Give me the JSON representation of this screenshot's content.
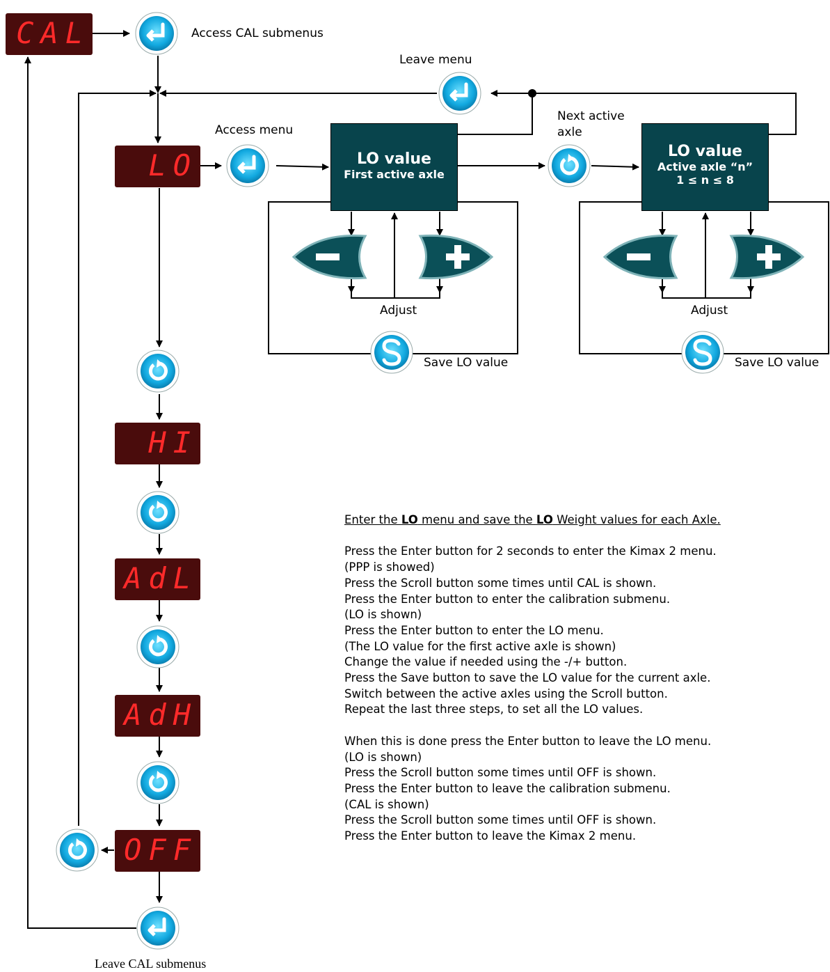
{
  "displays": {
    "cal": "CAL",
    "lo": "LO",
    "hi": "HI",
    "adl": "AdL",
    "adh": "AdH",
    "off": "OFF"
  },
  "labels": {
    "access_cal": "Access CAL submenus",
    "leave_menu": "Leave menu",
    "access_menu": "Access menu",
    "next_active_1": "Next active",
    "next_active_2": "axle",
    "adjust": "Adjust",
    "save_lo": "Save LO value",
    "leave_cal": "Leave CAL submenus"
  },
  "boxes": {
    "first": {
      "title": "LO value",
      "sub": "First active axle"
    },
    "nth": {
      "title": "LO value",
      "sub1": "Active axle “n”",
      "sub2": "1 ≤ n ≤ 8"
    }
  },
  "instructions": {
    "title_pre": "Enter the ",
    "title_b1": "LO",
    "title_mid": " menu and save the ",
    "title_b2": "LO",
    "title_post": " Weight values for each Axle.",
    "block1": [
      "Press the Enter button for 2 seconds to enter the Kimax 2 menu.",
      "(PPP is showed)",
      "Press the Scroll button some times until CAL is shown.",
      "Press the Enter button to enter the calibration submenu.",
      "(LO is shown)",
      "Press the Enter button to enter the LO menu.",
      "(The LO value for the first active axle is shown)",
      "Change the value if needed using the -/+ button.",
      "Press the Save button to save the LO value for the current axle.",
      "Switch between the active axles using the Scroll button.",
      "Repeat the last three steps, to set all the LO values."
    ],
    "block2": [
      "When this is done press the Enter button to leave the LO menu.",
      "(LO is shown)",
      "Press the Scroll button some times until OFF is shown.",
      "Press the Enter button to leave the calibration submenu.",
      "(CAL is shown)",
      "Press the Scroll button some times until OFF is shown.",
      "Press the Enter button to leave the Kimax 2 menu."
    ]
  },
  "colors": {
    "display_bg": "#4a0c0c",
    "display_digit": "#ff2a2a",
    "box_bg": "#08444c",
    "button_fill": "#17b8ea",
    "minus_plus_fill": "#0b5058"
  },
  "icons": [
    "enter-icon",
    "scroll-icon",
    "save-icon",
    "minus-icon",
    "plus-icon"
  ]
}
